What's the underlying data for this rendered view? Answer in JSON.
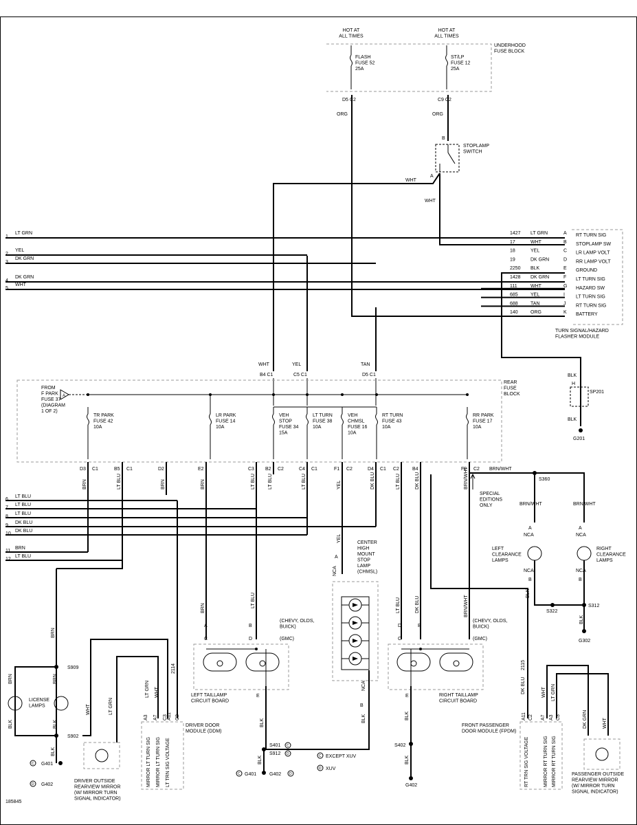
{
  "page_id": "185845",
  "hot_at_all_times": "HOT AT\nALL TIMES",
  "underhood_fuse_block": "UNDERHOOD\nFUSE BLOCK",
  "flash_fuse": "FLASH\nFUSE 52\n25A",
  "stlp_fuse": "ST/LP\nFUSE 12\n25A",
  "flash_conn": "D5  C2",
  "stlp_conn": "C9  C2",
  "org": "ORG",
  "stoplamp_switch": "STOPLAMP\nSWITCH",
  "b": "B",
  "a": "A",
  "wht": "WHT",
  "left_wires": [
    {
      "num": "1",
      "color": "LT GRN"
    },
    {
      "num": "2",
      "color": "YEL"
    },
    {
      "num": "3",
      "color": "DK GRN"
    },
    {
      "num": "4",
      "color": "DK GRN"
    },
    {
      "num": "5",
      "color": "WHT"
    }
  ],
  "flasher_pins": [
    {
      "circuit": "1427",
      "color": "LT GRN",
      "pin": "A",
      "func": "RT TURN SIG"
    },
    {
      "circuit": "17",
      "color": "WHT",
      "pin": "B",
      "func": "STOPLAMP SW"
    },
    {
      "circuit": "18",
      "color": "YEL",
      "pin": "C",
      "func": "LR LAMP VOLT"
    },
    {
      "circuit": "19",
      "color": "DK GRN",
      "pin": "D",
      "func": "RR LAMP VOLT"
    },
    {
      "circuit": "2250",
      "color": "BLK",
      "pin": "E",
      "func": "GROUND"
    },
    {
      "circuit": "1428",
      "color": "DK GRN",
      "pin": "F",
      "func": "LT TURN SIG"
    },
    {
      "circuit": "111",
      "color": "WHT",
      "pin": "G",
      "func": "HAZARD SW"
    },
    {
      "circuit": "685",
      "color": "YEL",
      "pin": "I",
      "func": "LT TURN SIG"
    },
    {
      "circuit": "688",
      "color": "TAN",
      "pin": "J",
      "func": "RT TURN SIG"
    },
    {
      "circuit": "140",
      "color": "ORG",
      "pin": "K",
      "func": "BATTERY"
    }
  ],
  "flasher_module": "TURN SIGNAL/HAZARD\nFLASHER MODULE",
  "rear_inputs": [
    {
      "color": "WHT",
      "conn": "B4   C1"
    },
    {
      "color": "YEL",
      "conn": "C5   C1"
    },
    {
      "color": "TAN",
      "conn": "D5   C1"
    }
  ],
  "rear_fuse_block": "REAR\nFUSE\nBLOCK",
  "from_f_park": "FROM\nF PARK\nFUSE 37\n(DIAGRAM\n1 OF 2)",
  "rear_fuses": [
    "TR PARK\nFUSE 42\n10A",
    "LR PARK\nFUSE 14\n10A",
    "VEH\nSTOP\nFUSE 34\n15A",
    "LT TURN\nFUSE 38\n10A",
    "VEH\nCHMSL\nFUSE 16\n10A",
    "RT TURN\nFUSE 43\n10A",
    "RR PARK\nFUSE 17\n10A"
  ],
  "rear_outputs": [
    {
      "conn": "D3",
      "c": "C1",
      "color": "BRN"
    },
    {
      "conn": "B5",
      "c": "C1",
      "color": "LT BLU"
    },
    {
      "conn": "D2",
      "c": "",
      "color": "BRN"
    },
    {
      "conn": "E2",
      "c": "",
      "color": "BRN"
    },
    {
      "conn": "C3",
      "c": "",
      "color": "LT BLU"
    },
    {
      "conn": "B2",
      "c": "C2",
      "color": "LT BLU"
    },
    {
      "conn": "C4",
      "c": "C1",
      "color": "LT BLU"
    },
    {
      "conn": "F1",
      "c": "C2",
      "color": "YEL"
    },
    {
      "conn": "D4",
      "c": "C1",
      "color": "DK BLU"
    },
    {
      "conn": "C2",
      "c": "",
      "color": "LT BLU"
    },
    {
      "conn": "B4",
      "c": "",
      "color": "DK BLU"
    },
    {
      "conn": "F2",
      "c": "C2",
      "color": "BRN/WHT"
    }
  ],
  "left_bus": [
    {
      "num": "6",
      "color": "LT BLU"
    },
    {
      "num": "7",
      "color": "LT BLU"
    },
    {
      "num": "8",
      "color": "LT BLU"
    },
    {
      "num": "9",
      "color": "DK BLU"
    },
    {
      "num": "10",
      "color": "DK BLU"
    },
    {
      "num": "11",
      "color": "BRN"
    },
    {
      "num": "12",
      "color": "LT BLU"
    }
  ],
  "blk": "BLK",
  "sp201_h": "H",
  "sp201": "SP201",
  "g201": "G201",
  "brn_wht": "BRN/WHT",
  "s360": "S360",
  "special_editions": "SPECIAL\nEDITIONS\nONLY",
  "nca": "NCA",
  "left_clearance": "LEFT\nCLEARANCE\nLAMPS",
  "right_clearance": "RIGHT\nCLEARANCE\nLAMPS",
  "s322": "S322",
  "s312": "S312",
  "g302": "G302",
  "center_high_mount": "CENTER\nHIGH\nMOUNT\nSTOP\nLAMP\n(CHMSL)",
  "chevy_olds_buick": "(CHEVY, OLDS,\nBUICK)",
  "gmc": "(GMC)",
  "left_taillamp": "LEFT TAILLAMP\nCIRCUIT BOARD",
  "right_taillamp": "RIGHT TAILLAMP\nCIRCUIT BOARD",
  "e": "E",
  "d": "D",
  "c": "C",
  "brn": "BRN",
  "lt_blu": "LT BLU",
  "dk_blu": "DK BLU",
  "lt_grn": "LT GRN",
  "dk_grn": "DK GRN",
  "yel": "YEL",
  "s909": "S909",
  "s902": "S902",
  "license_lamps": "LICENSE\nLAMPS",
  "g401": "G401",
  "g402": "G402",
  "s401": "S401",
  "s912": "S912",
  "s402": "S402",
  "except_xuv": "EXCEPT XUV",
  "xuv": "XUV",
  "circ_c": "C",
  "circ_d": "D",
  "wire_2114": "2114",
  "wire_2115": "2115",
  "driver_door_module": "DRIVER DOOR\nMODULE (DDM)",
  "fpdm": "FRONT PASSENGER\nDOOR MODULE (FPDM)",
  "ddm_pins": [
    {
      "pin": "A3",
      "color": "LT GRN",
      "func": "MIRROR LT TURN SIG"
    },
    {
      "pin": "A7",
      "color": "WHT",
      "func": "MIRROR LT TURN SIG"
    },
    {
      "pin": "C3",
      "color": "",
      "func": "LT TRN SIG VOLTAGE"
    },
    {
      "pin": "A11",
      "color": "",
      "func": ""
    },
    {
      "pin": "C2",
      "color": "",
      "func": ""
    }
  ],
  "fpdm_pins": [
    {
      "pin": "A11",
      "color": "DK BLU",
      "func": "RT TRN SIG VOLTAGE"
    },
    {
      "pin": "C2",
      "color": "",
      "func": ""
    },
    {
      "pin": "A7",
      "color": "WHT",
      "func": "MIRROR RT TURN SIG"
    },
    {
      "pin": "A3",
      "color": "LT GRN",
      "func": "MIRROR RT TURN SIG"
    },
    {
      "pin": "C3",
      "color": "",
      "func": ""
    }
  ],
  "driver_mirror": "DRIVER OUTSIDE\nREARVIEW MIRROR\n(W/ MIRROR TURN\nSIGNAL INDICATOR)",
  "passenger_mirror": "PASSENGER OUTSIDE\nREARVIEW MIRROR\n(W/ MIRROR TURN\nSIGNAL INDICATOR)"
}
